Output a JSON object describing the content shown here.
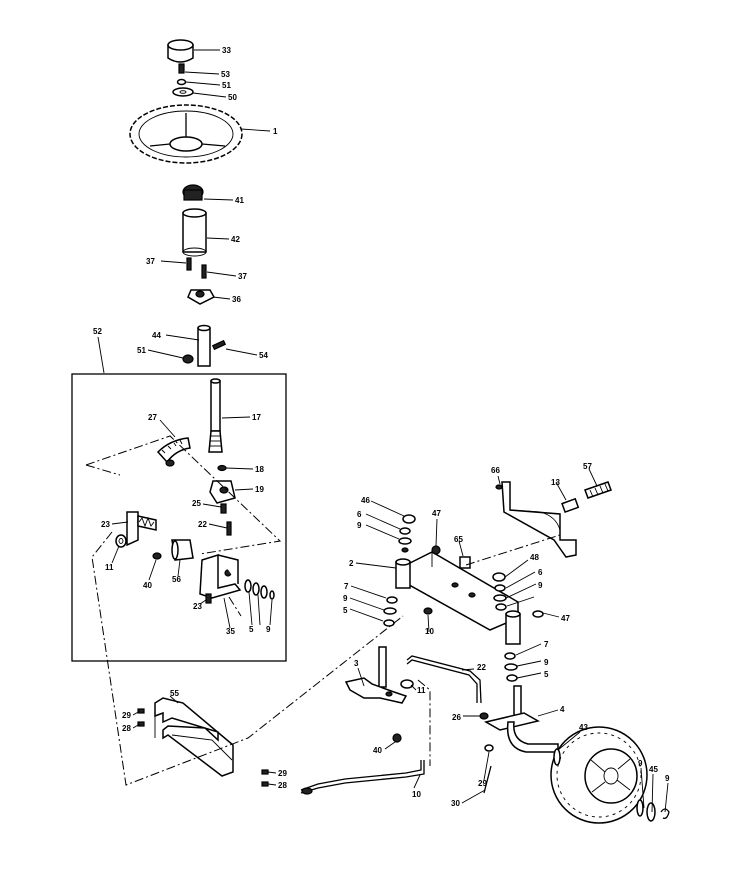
{
  "diagram": {
    "labels": [
      "33",
      "53",
      "51",
      "50",
      "1",
      "41",
      "42",
      "37",
      "37",
      "36",
      "44",
      "54",
      "51",
      "52",
      "17",
      "27",
      "18",
      "19",
      "25",
      "22",
      "23",
      "11",
      "40",
      "56",
      "23",
      "35",
      "5",
      "9",
      "46",
      "6",
      "9",
      "47",
      "65",
      "2",
      "7",
      "9",
      "5",
      "10",
      "48",
      "6",
      "9",
      "47",
      "66",
      "13",
      "57",
      "7",
      "9",
      "5",
      "3",
      "22",
      "11",
      "40",
      "26",
      "4",
      "43",
      "29",
      "30",
      "55",
      "29",
      "28",
      "29",
      "28",
      "10",
      "9",
      "45",
      "9"
    ]
  }
}
